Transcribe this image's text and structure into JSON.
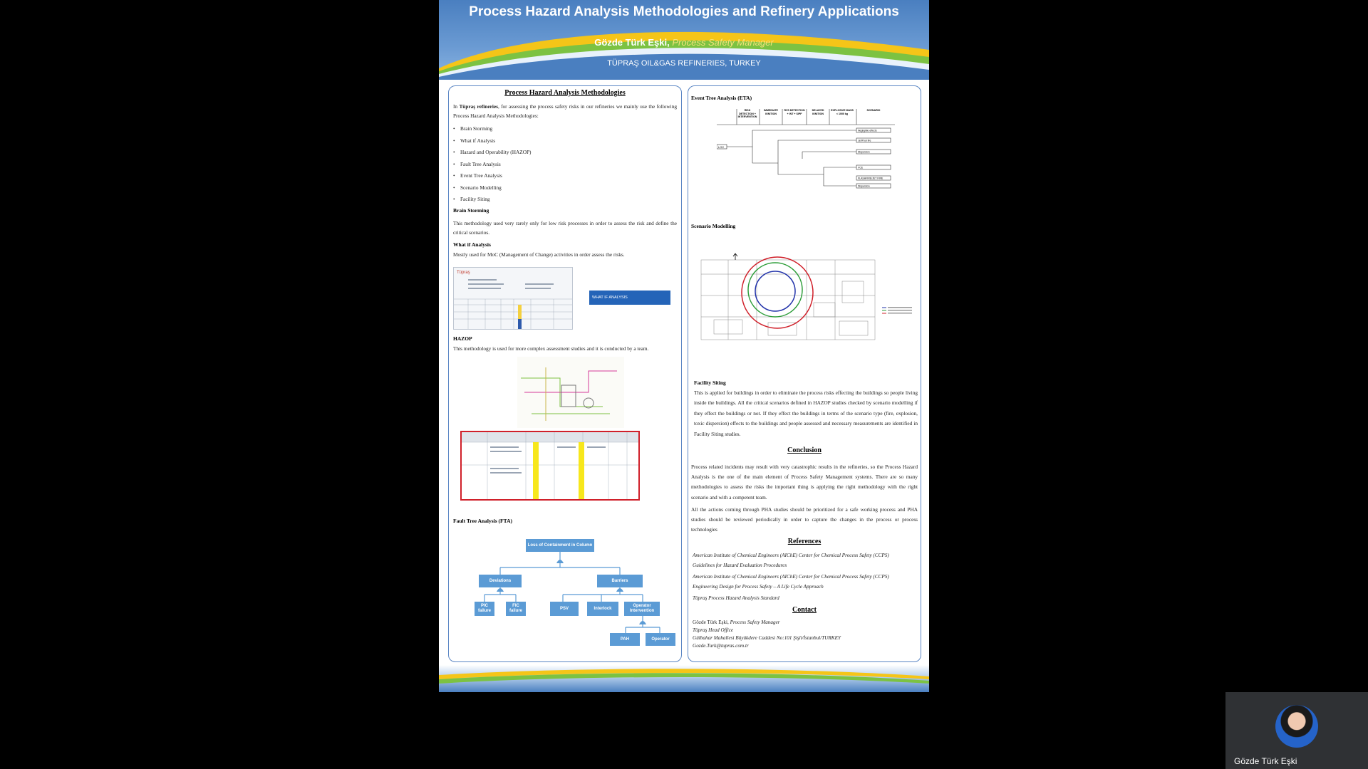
{
  "poster": {
    "title": "Process Hazard Analysis Methodologies and Refinery Applications",
    "author_name": "Gözde Türk Eşki,",
    "author_role": "Process Safety Manager",
    "company": "TÜPRAŞ OIL&GAS REFINERIES, TURKEY"
  },
  "left": {
    "heading": "Process Hazard Analysis Methodologies",
    "intro_prefix": "In ",
    "intro_bold": "Tüpraş refineries",
    "intro_rest": ", for assessing the process safety risks in our refineries we mainly use the following Process Hazard Analysis Methodologies:",
    "methods": [
      "Brain Storming",
      "What if Analysis",
      "Hazard and Operability (HAZOP)",
      "Fault Tree Analysis",
      "Event Tree Analysis",
      "Scenario Modelling",
      "Facility Siting"
    ],
    "brainstorm_title": "Brain Storming",
    "brainstorm_text": "This methodology used very rarely only for low risk processes in order to assess the risk and define the critical scenarios.",
    "whatif_title": "What if Analysis",
    "whatif_text": "Mostly used for MoC (Management of Change) activities in order assess the risks.",
    "whatif_logo": "Tüpraş",
    "whatif_banner": "WHAT IF ANALYSIS",
    "hazop_title": "HAZOP",
    "hazop_text": "This methodology is used for more complex assessment studies and it is conducted by a team.",
    "fta_title": "Fault Tree Analysis (FTA)",
    "fta": {
      "top": "Loss of Containment in Column",
      "deviations": "Deviations",
      "barriers": "Barriers",
      "pic1": "PIC failure",
      "fic1": "FIC failure",
      "psv": "PSV",
      "interlock": "Interlock",
      "operator_intervention": "Operator Intervention",
      "pah": "PAH",
      "operator": "Operator"
    }
  },
  "right": {
    "eta_title": "Event Tree Analysis (ETA)",
    "eta_headers": [
      "RISK DETECTION + INTERVENTION",
      "IMMEDIATE IGNITION",
      "RVS DETECTION + INT + SIPF",
      "DELAYED IGNITION",
      "EXPLOSIVE MASS < 1000 kg",
      "SCENARIO"
    ],
    "eta_loc": "LOC",
    "eta_outcomes": [
      "Negligible effects",
      "Jet/Pool fire",
      "Dispersion",
      "VCE",
      "FLASHFIRE/JET FIRE",
      "Dispersion"
    ],
    "scenario_title": "Scenario Modelling",
    "facility_title": "Facility Siting",
    "facility_text": "This is applied for buildings in order to eliminate the process risks effecting the buildings so people living inside the buildings. All the critical scenarios defined in HAZOP studies checked by scenario modelling if they effect the buildings or not. If they effect the buildings in terms of the scenario type (fire, explosion, toxic dispersion) effects to the buildings and people assessed and necessary measurements are identified in Facility Siting studies.",
    "conclusion_title": "Conclusion",
    "conclusion_p1": "Process related incidents may result with very catastrophic results in the refineries, so the Process Hazard Analysis is the one of the main element of Process Safety Management systems. There are so many methodologies to assess the risks the important thing is applying the right methodology with the right scenario and with a competent team.",
    "conclusion_p2": "All the actions coming through PHA studies should be prioritized for a safe working process and PHA studies should be reviewed periodically in order to capture the changes in the process or process technologies",
    "references_title": "References",
    "ref1a": "American Institute of Chemical Engineers (AIChE) Center for Chemical Process Safety (CCPS)",
    "ref1b": "Guidelines for Hazard Evaluation Procedures",
    "ref2a": "American Institute of Chemical Engineers (AIChE) Center for Chemical Process Safety (CCPS)",
    "ref2b": "Engineering Design for Process Safety – A Life Cycle Approach",
    "ref3": "Tüpraş Process Hazard Analysis Standard",
    "contact_title": "Contact",
    "contact_name": "Gözde Türk Eşki,",
    "contact_role": "Process Safety Manager",
    "contact_office": "Tüpraş Head Office",
    "contact_address": "Gülbahar Mahallesi Büyükdere Caddesi No:101 Şişli/İstanbul/TURKEY",
    "contact_email": "Gozde.Turk@tupras.com.tr"
  },
  "video": {
    "participant_name": "Gözde Türk Eşki"
  },
  "colors": {
    "background": "#000000",
    "banner_blue": "#4a7fc0",
    "accent_yellow": "#f5c518",
    "accent_green": "#7cc242",
    "fta_box": "#5b9bd5",
    "hazop_border": "#d0202a"
  }
}
